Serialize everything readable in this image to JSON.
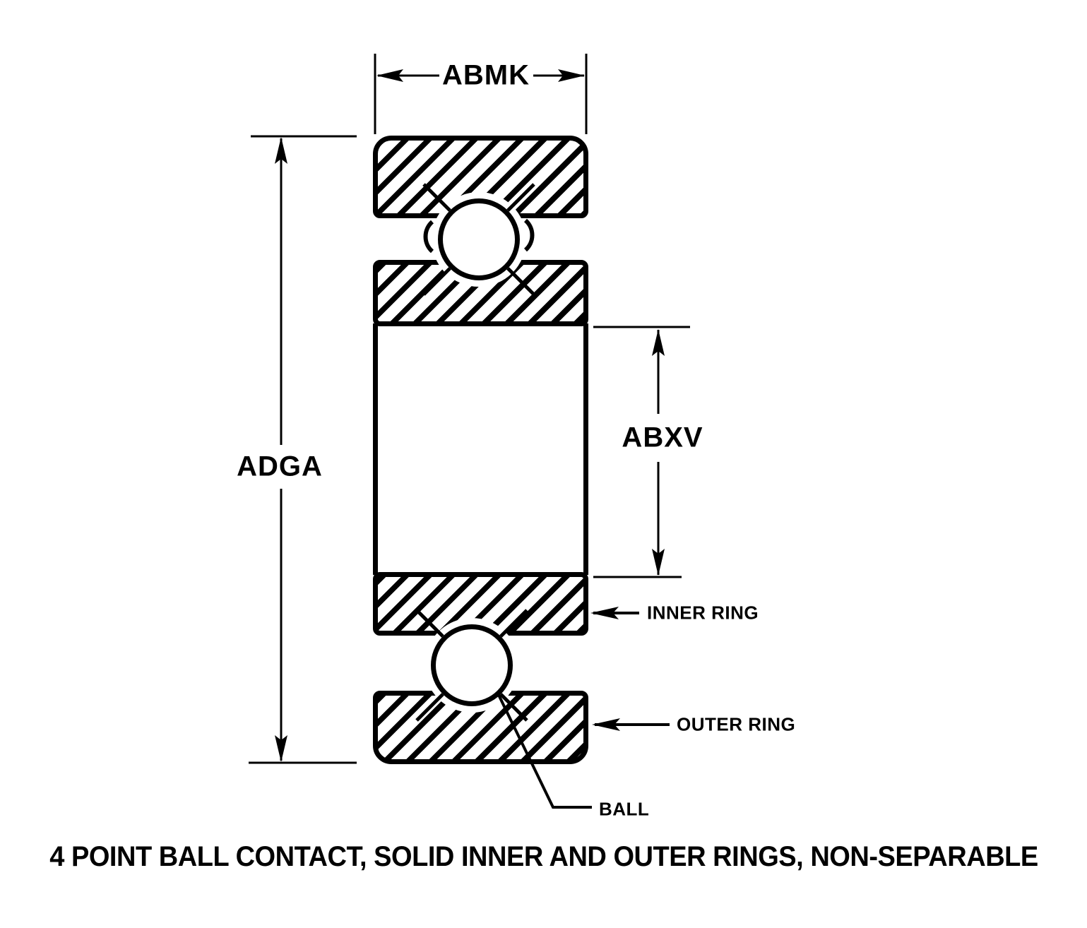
{
  "title": "4 POINT BALL CONTACT, SOLID INNER AND OUTER RINGS, NON-SEPARABLE",
  "dimensions": {
    "width_label": "ABMK",
    "outer_diameter_label": "ADGA",
    "bore_diameter_label": "ABXV"
  },
  "callouts": {
    "inner_ring": "INNER RING",
    "outer_ring": "OUTER RING",
    "ball": "BALL"
  },
  "colors": {
    "line": "#000000",
    "background": "#ffffff"
  }
}
